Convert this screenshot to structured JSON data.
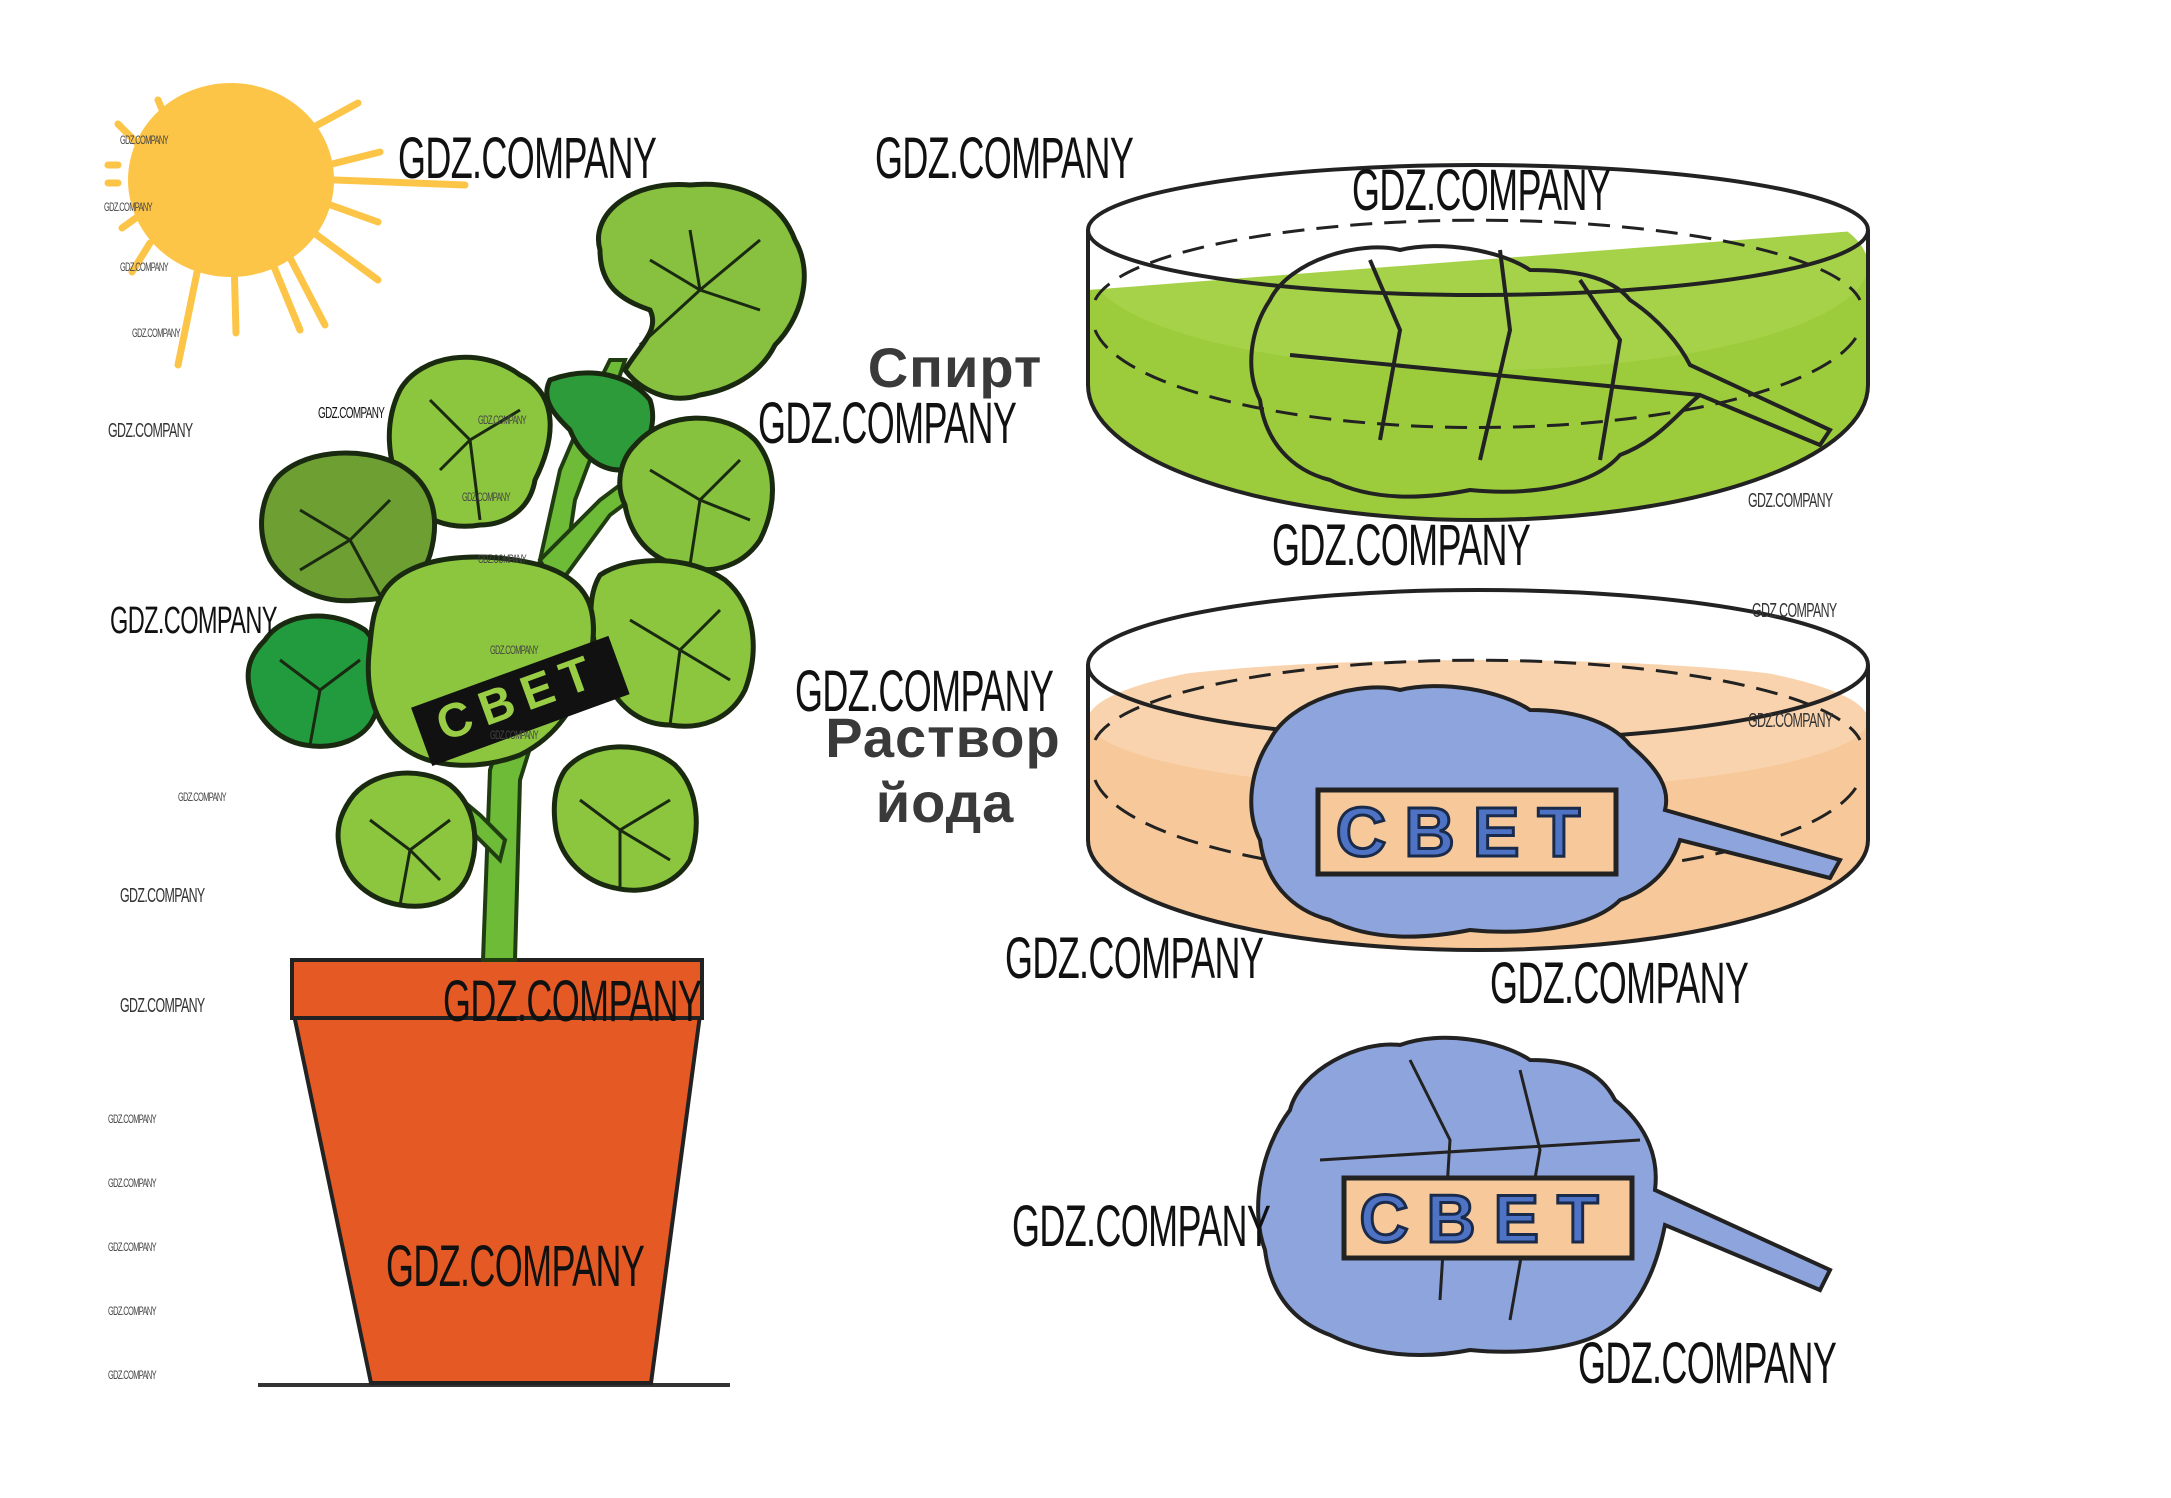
{
  "figure": {
    "title": "Photosynthesis starch experiment (geranium leaf with light mask)",
    "colors": {
      "sun": "#fdc548",
      "leaf_green": "#8cc63f",
      "leaf_dark": "#2e9c3e",
      "pot": "#e55a24",
      "alcohol": "#9ccc3c",
      "iodine": "#f7c99a",
      "starch_blue": "#8ea4dc",
      "outline": "#1a1a1a"
    },
    "plant_mask_label": "СВЕТ",
    "labels": {
      "alcohol": "Спирт",
      "iodine_line1": "Раствор",
      "iodine_line2": "йода"
    },
    "dish_iodine_mask_label": "СВЕТ",
    "final_leaf_mask_label": "СВЕТ"
  },
  "watermark": {
    "text": "GDZ.COMPANY"
  }
}
